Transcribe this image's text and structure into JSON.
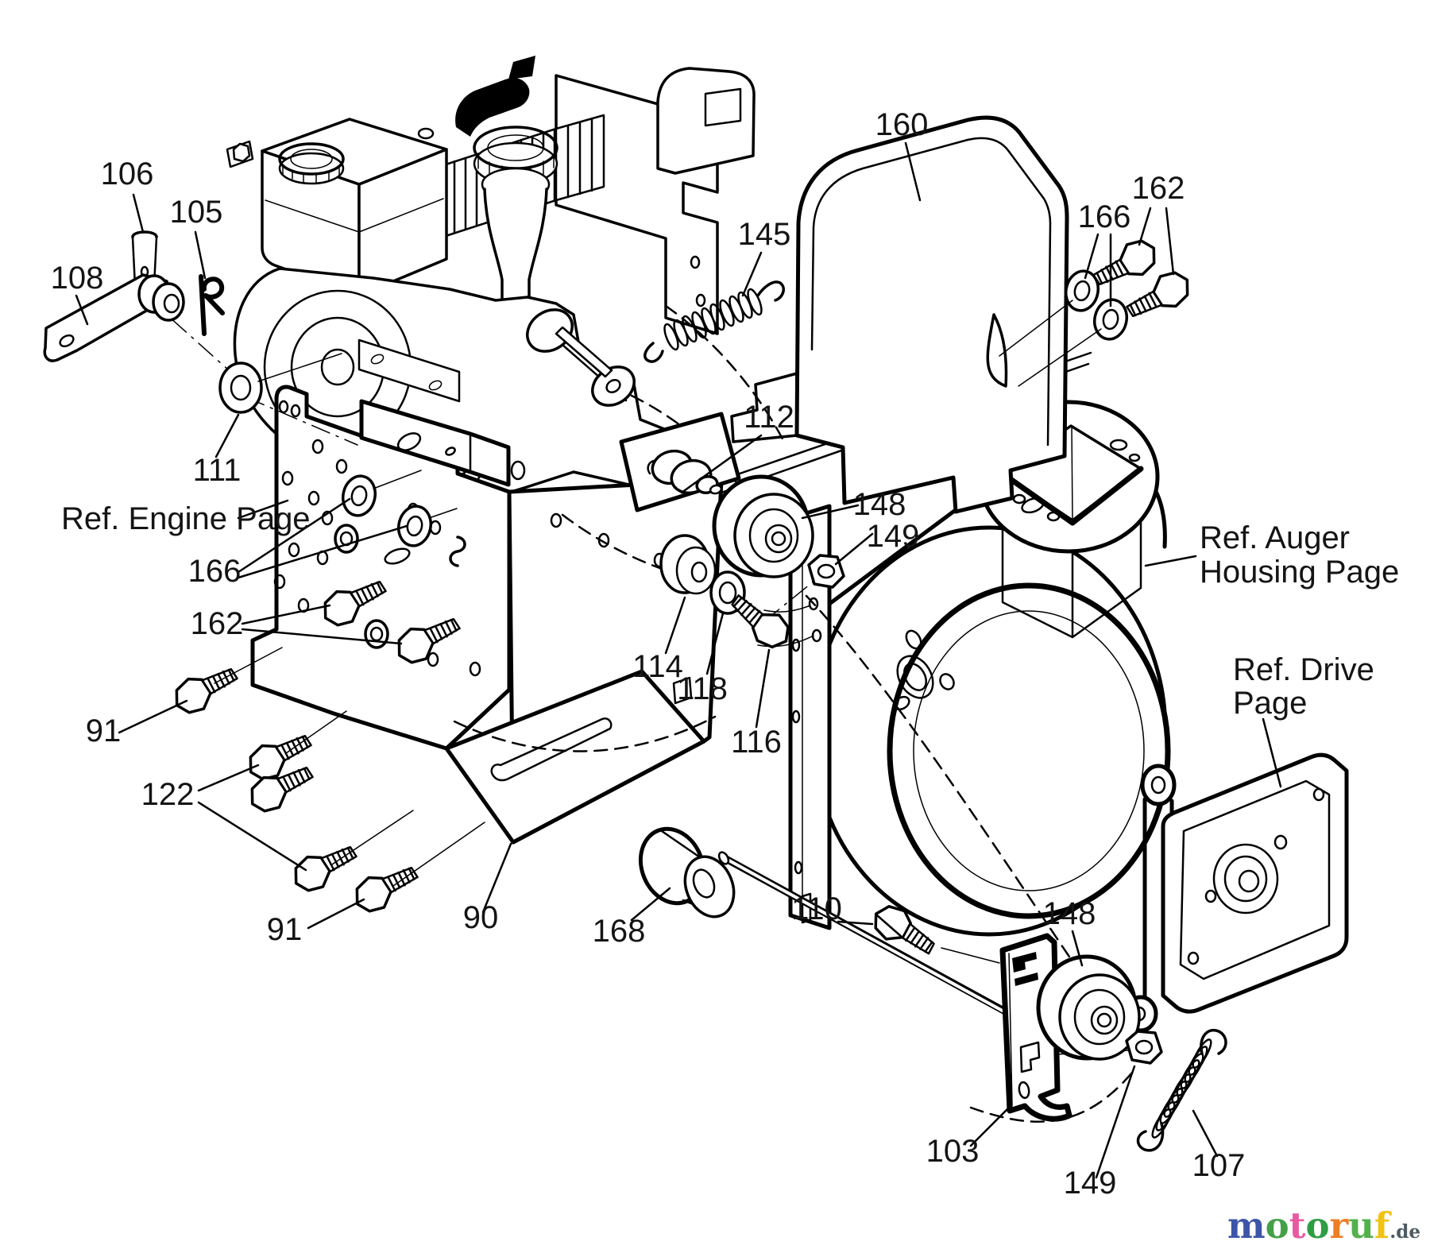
{
  "page": {
    "background": "#ffffff",
    "line_color": "#000000"
  },
  "labels": {
    "p90": "90",
    "p91": "91",
    "p103": "103",
    "p105": "105",
    "p106": "106",
    "p107": "107",
    "p108": "108",
    "p110": "110",
    "p111": "111",
    "p112": "112",
    "p114": "114",
    "p116": "116",
    "p118": "118",
    "p122": "122",
    "p145": "145",
    "p148": "148",
    "p149": "149",
    "p160": "160",
    "p162": "162",
    "p166": "166",
    "p168": "168"
  },
  "references": {
    "engine": "Ref. Engine Page",
    "auger_line1": "Ref. Auger",
    "auger_line2": "Housing Page",
    "drive_line1": "Ref. Drive",
    "drive_line2": "Page"
  },
  "watermark": {
    "letters": [
      {
        "ch": "m",
        "color": "#3d55a8"
      },
      {
        "ch": "o",
        "color": "#43a047"
      },
      {
        "ch": "t",
        "color": "#e85aa0"
      },
      {
        "ch": "o",
        "color": "#2e9e44"
      },
      {
        "ch": "r",
        "color": "#ef7d22"
      },
      {
        "ch": "u",
        "color": "#52b14c"
      },
      {
        "ch": "f",
        "color": "#f2c213"
      }
    ],
    "suffix": ".de",
    "suffix_color": "#4d5a63"
  }
}
